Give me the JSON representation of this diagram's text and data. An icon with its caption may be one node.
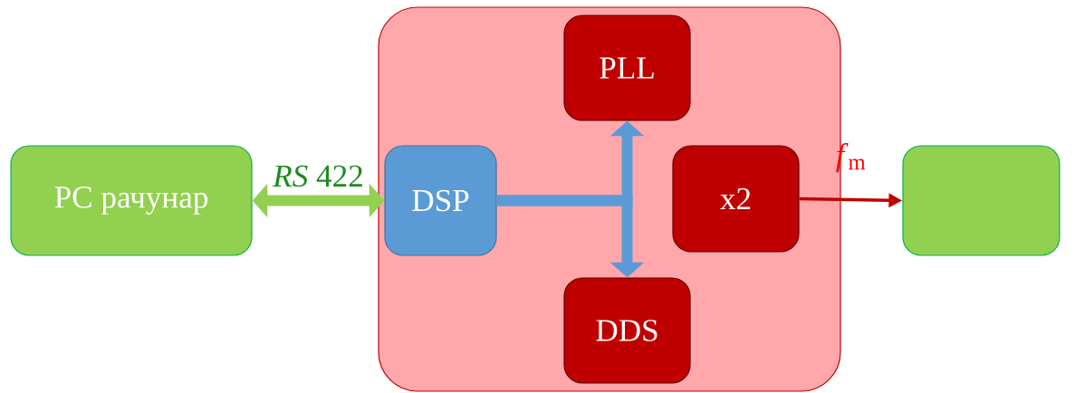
{
  "diagram": {
    "nodes": [
      {
        "text": [
          "PC рачунар"
        ]
      },
      {
        "text": [],
        "shape": "box"
      },
      {
        "text": [
          "PLL"
        ],
        "in": 1
      },
      {
        "text": [
          "DSP"
        ],
        "in": 1
      },
      {
        "text": [
          "x2"
        ],
        "in": 1
      },
      {
        "text": [
          "DDS"
        ],
        "in": 1
      },
      {
        "text": [],
        "shape": "box"
      }
    ],
    "edges": [
      {
        "from": 0,
        "to": 3,
        "arrow": "both",
        "label": "*RS* 422",
        "color": "#92d050"
      },
      {
        "from": 3,
        "to": 2,
        "arrow": "to",
        "color": "#5b9bd5"
      },
      {
        "from": 3,
        "to": 5,
        "arrow": "to",
        "color": "#5b9bd5"
      },
      {
        "from": 4,
        "to": 6,
        "arrow": "to",
        "label": "*f*$_{m}$",
        "color": "#c00000"
      }
    ]
  }
}
